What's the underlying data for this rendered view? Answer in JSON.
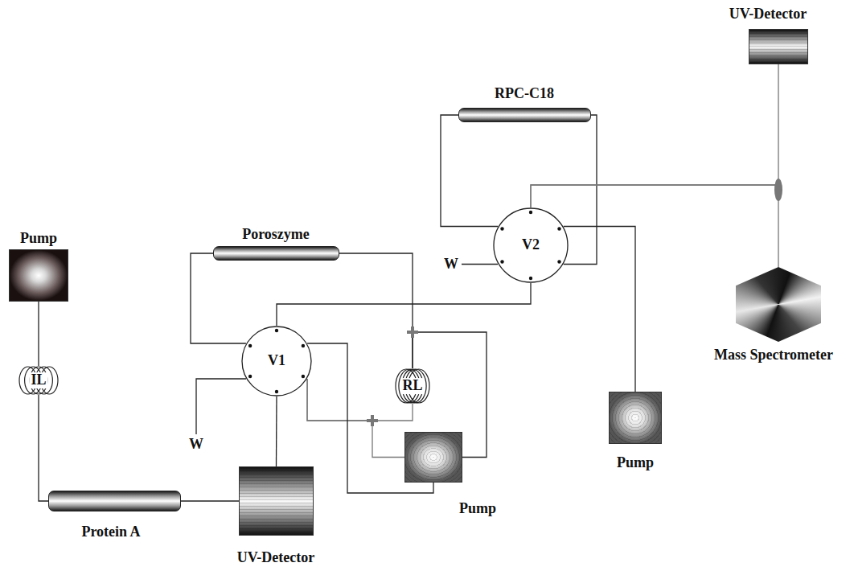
{
  "diagram": {
    "nodes": [
      {
        "text": [
          "Pump"
        ]
      },
      {
        "text": [
          "IL"
        ]
      },
      {
        "text": [
          "Protein A"
        ]
      },
      {
        "text": [
          "UV-Detector"
        ]
      },
      {
        "text": [
          "V1"
        ]
      },
      {
        "text": [
          "Poroszyme"
        ]
      },
      {
        "text": [
          "RL"
        ]
      },
      {
        "text": [
          "Pump"
        ]
      },
      {
        "text": [
          "RPC-C18"
        ]
      },
      {
        "text": [
          "V2"
        ]
      },
      {
        "text": [
          "Pump"
        ]
      },
      {
        "text": [
          "UV-Detector"
        ]
      },
      {
        "text": [
          "Mass Spectrometer"
        ]
      }
    ],
    "edges": [
      {
        "from": 0,
        "to": 1,
        "arrow": "none"
      },
      {
        "from": 1,
        "to": 2,
        "arrow": "none"
      },
      {
        "from": 2,
        "to": 3,
        "arrow": "none"
      },
      {
        "from": 3,
        "to": 4,
        "arrow": "none"
      },
      {
        "from": 4,
        "to": 5,
        "arrow": "none"
      },
      {
        "from": 5,
        "to": 6,
        "arrow": "none"
      },
      {
        "from": 7,
        "to": 6,
        "arrow": "none"
      },
      {
        "from": 6,
        "to": 4,
        "arrow": "none"
      },
      {
        "from": 7,
        "to": 4,
        "arrow": "none"
      },
      {
        "from": 4,
        "to": 9,
        "arrow": "none"
      },
      {
        "from": 4,
        "to": 7,
        "arrow": "none"
      },
      {
        "from": 9,
        "to": 8,
        "arrow": "none"
      },
      {
        "from": 8,
        "to": 9,
        "arrow": "none"
      },
      {
        "from": 9,
        "to": 10,
        "arrow": "none"
      },
      {
        "from": 9,
        "to": 11,
        "arrow": "none"
      },
      {
        "from": 9,
        "to": 12,
        "arrow": "none"
      }
    ],
    "labels": [
      "W",
      "W"
    ]
  }
}
